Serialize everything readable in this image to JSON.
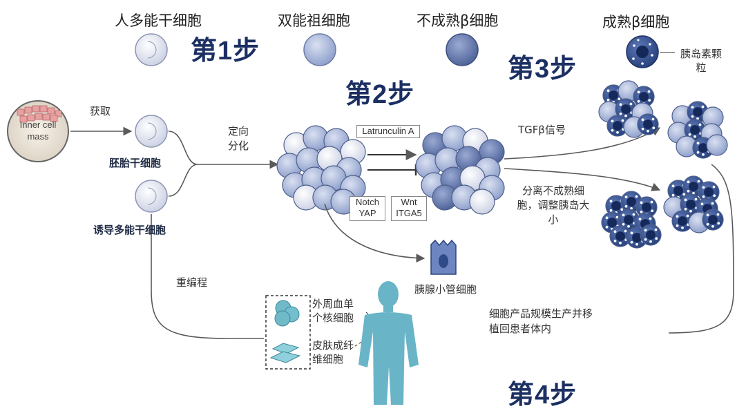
{
  "headers": {
    "hpsc": "人多能干细胞",
    "progenitor": "双能祖细胞",
    "immature": "不成熟β细胞",
    "mature": "成熟β细胞"
  },
  "steps": {
    "step1": "第1步",
    "step2": "第2步",
    "step3": "第3步",
    "step4": "第4步"
  },
  "labels": {
    "icm": "Inner cell mass",
    "obtain": "获取",
    "esc": "胚胎干细胞",
    "ipsc": "诱导多能干细胞",
    "directed": "定向分化",
    "latrunculin": "Latrunculin A",
    "notch": "Notch YAP",
    "wnt": "Wnt ITGA5",
    "tgf": "TGFβ信号",
    "granules": "胰岛素颗粒",
    "separate": "分离不成熟细胞，调整胰岛大小",
    "ductal": "胰腺小管细胞",
    "reprogram": "重编程",
    "pbmc": "外周血单个核细胞",
    "fibroblast": "皮肤成纤维细胞",
    "production": "细胞产品规模生产并移植回患者体内"
  },
  "colors": {
    "step_text": "#1c2f63",
    "cell_light": "#e6e9f4",
    "cell_mid": "#a8b6d8",
    "cell_dark": "#5f75ad",
    "beta": "#2f4d8c",
    "body": "#6fb6c8",
    "arrow": "#5a5a5a"
  }
}
